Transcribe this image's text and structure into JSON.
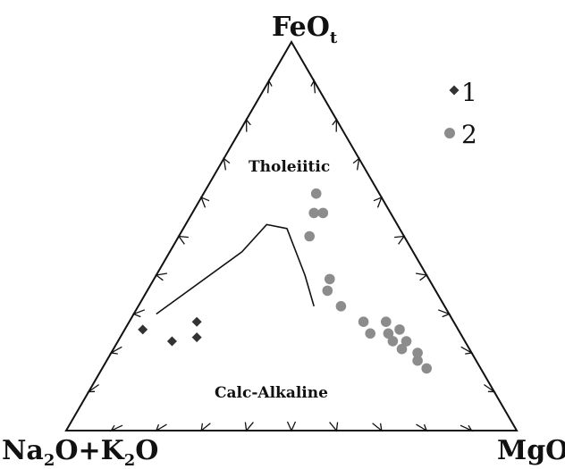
{
  "chart_data": {
    "type": "scatter",
    "diagram": "ternary",
    "vertices": {
      "top": {
        "label": "FeO",
        "sub": "t"
      },
      "left": {
        "parts": [
          {
            "t": "Na"
          },
          {
            "t": "2",
            "sub": true
          },
          {
            "t": "O+K"
          },
          {
            "t": "2",
            "sub": true
          },
          {
            "t": "O"
          }
        ]
      },
      "right": {
        "label": "MgO"
      }
    },
    "regions": [
      {
        "name": "tholeiitic",
        "label": "Tholeiitic"
      },
      {
        "name": "calc-alkaline",
        "label": "Calc-Alkaline"
      }
    ],
    "tick_step": 10,
    "boundary_line": [
      {
        "feo": 30,
        "alk": 65,
        "mgo": 5
      },
      {
        "feo": 46,
        "alk": 38,
        "mgo": 16
      },
      {
        "feo": 53,
        "alk": 29,
        "mgo": 18
      },
      {
        "feo": 52,
        "alk": 25,
        "mgo": 23
      },
      {
        "feo": 40,
        "alk": 27,
        "mgo": 33
      },
      {
        "feo": 32,
        "alk": 29,
        "mgo": 39
      }
    ],
    "series": [
      {
        "name": "1",
        "marker": "diamond",
        "color": "#333333",
        "points": [
          {
            "feo": 26,
            "alk": 70,
            "mgo": 4
          },
          {
            "feo": 23,
            "alk": 65,
            "mgo": 12
          },
          {
            "feo": 24,
            "alk": 59,
            "mgo": 17
          },
          {
            "feo": 28,
            "alk": 57,
            "mgo": 15
          }
        ]
      },
      {
        "name": "2",
        "marker": "circle",
        "color": "#8c8c8c",
        "points": [
          {
            "feo": 61,
            "alk": 14,
            "mgo": 25
          },
          {
            "feo": 56,
            "alk": 17,
            "mgo": 27
          },
          {
            "feo": 56,
            "alk": 15,
            "mgo": 29
          },
          {
            "feo": 50,
            "alk": 21,
            "mgo": 29
          },
          {
            "feo": 39,
            "alk": 22,
            "mgo": 39
          },
          {
            "feo": 36,
            "alk": 24,
            "mgo": 40
          },
          {
            "feo": 32,
            "alk": 23,
            "mgo": 45
          },
          {
            "feo": 28,
            "alk": 20,
            "mgo": 52
          },
          {
            "feo": 28,
            "alk": 15,
            "mgo": 57
          },
          {
            "feo": 25,
            "alk": 20,
            "mgo": 55
          },
          {
            "feo": 25,
            "alk": 16,
            "mgo": 59
          },
          {
            "feo": 26,
            "alk": 13,
            "mgo": 61
          },
          {
            "feo": 23,
            "alk": 16,
            "mgo": 61
          },
          {
            "feo": 23,
            "alk": 13,
            "mgo": 64
          },
          {
            "feo": 21,
            "alk": 15,
            "mgo": 64
          },
          {
            "feo": 20,
            "alk": 12,
            "mgo": 68
          },
          {
            "feo": 18,
            "alk": 13,
            "mgo": 69
          },
          {
            "feo": 16,
            "alk": 12,
            "mgo": 72
          }
        ]
      }
    ],
    "legend_position": "top-right"
  }
}
